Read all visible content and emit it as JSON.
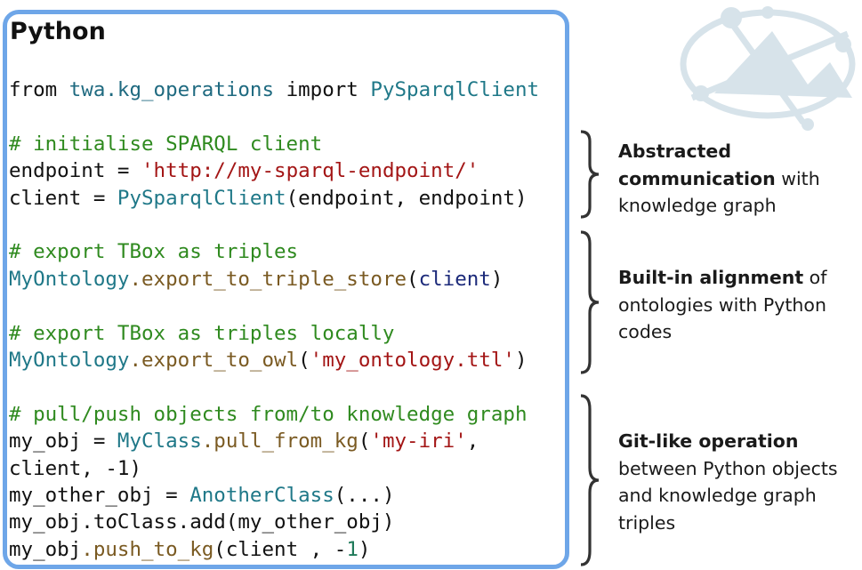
{
  "panel": {
    "title": "Python",
    "lines": [
      [
        {
          "t": "from ",
          "c": ""
        },
        {
          "t": "twa.kg_operations",
          "c": "c-module"
        },
        {
          "t": " import ",
          "c": ""
        },
        {
          "t": "PySparqlClient",
          "c": "c-class"
        }
      ],
      [],
      [
        {
          "t": "# initialise SPARQL client",
          "c": "c-comment"
        }
      ],
      [
        {
          "t": "endpoint = ",
          "c": ""
        },
        {
          "t": "'http://my-sparql-endpoint/'",
          "c": "c-string"
        }
      ],
      [
        {
          "t": "client = ",
          "c": ""
        },
        {
          "t": "PySparqlClient",
          "c": "c-class"
        },
        {
          "t": "(endpoint, endpoint)",
          "c": ""
        }
      ],
      [],
      [
        {
          "t": "# export TBox as triples",
          "c": "c-comment"
        }
      ],
      [
        {
          "t": "MyOntology",
          "c": "c-class"
        },
        {
          "t": ".export_to_triple_store",
          "c": "c-method"
        },
        {
          "t": "(",
          "c": ""
        },
        {
          "t": "client",
          "c": "c-var"
        },
        {
          "t": ")",
          "c": ""
        }
      ],
      [],
      [
        {
          "t": "# export TBox as triples locally",
          "c": "c-comment"
        }
      ],
      [
        {
          "t": "MyOntology",
          "c": "c-class"
        },
        {
          "t": ".export_to_owl",
          "c": "c-method"
        },
        {
          "t": "(",
          "c": ""
        },
        {
          "t": "'my_ontology.ttl'",
          "c": "c-string"
        },
        {
          "t": ")",
          "c": ""
        }
      ],
      [],
      [
        {
          "t": "# pull/push objects from/to knowledge graph",
          "c": "c-comment"
        }
      ],
      [
        {
          "t": "my_obj = ",
          "c": ""
        },
        {
          "t": "MyClass",
          "c": "c-class"
        },
        {
          "t": ".pull_from_kg",
          "c": "c-method"
        },
        {
          "t": "(",
          "c": ""
        },
        {
          "t": "'my-iri'",
          "c": "c-string"
        },
        {
          "t": ",",
          "c": ""
        }
      ],
      [
        {
          "t": "client, -1)",
          "c": ""
        }
      ],
      [
        {
          "t": "my_other_obj = ",
          "c": ""
        },
        {
          "t": "AnotherClass",
          "c": "c-class"
        },
        {
          "t": "(...)",
          "c": ""
        }
      ],
      [
        {
          "t": "my_obj.toClass.add(my_other_obj)",
          "c": ""
        }
      ],
      [
        {
          "t": "my_obj",
          "c": ""
        },
        {
          "t": ".push_to_kg",
          "c": "c-method"
        },
        {
          "t": "(client , -",
          "c": ""
        },
        {
          "t": "1",
          "c": "c-num"
        },
        {
          "t": ")",
          "c": ""
        }
      ]
    ]
  },
  "annotations": [
    {
      "parts": [
        {
          "t": "Abstracted communication",
          "b": true
        },
        {
          "t": " with knowledge graph",
          "b": false
        }
      ]
    },
    {
      "parts": [
        {
          "t": "Built-in alignment",
          "b": true
        },
        {
          "t": " of ontologies with Python codes",
          "b": false
        }
      ]
    },
    {
      "parts": [
        {
          "t": "Git-like operation",
          "b": true
        },
        {
          "t": " between Python objects and knowledge graph triples",
          "b": false
        }
      ]
    }
  ],
  "colors": {
    "panel_border": "#6ea6e8",
    "logo": "#d7e3ea"
  },
  "icons": [
    "brace-icon",
    "logo-icon"
  ]
}
